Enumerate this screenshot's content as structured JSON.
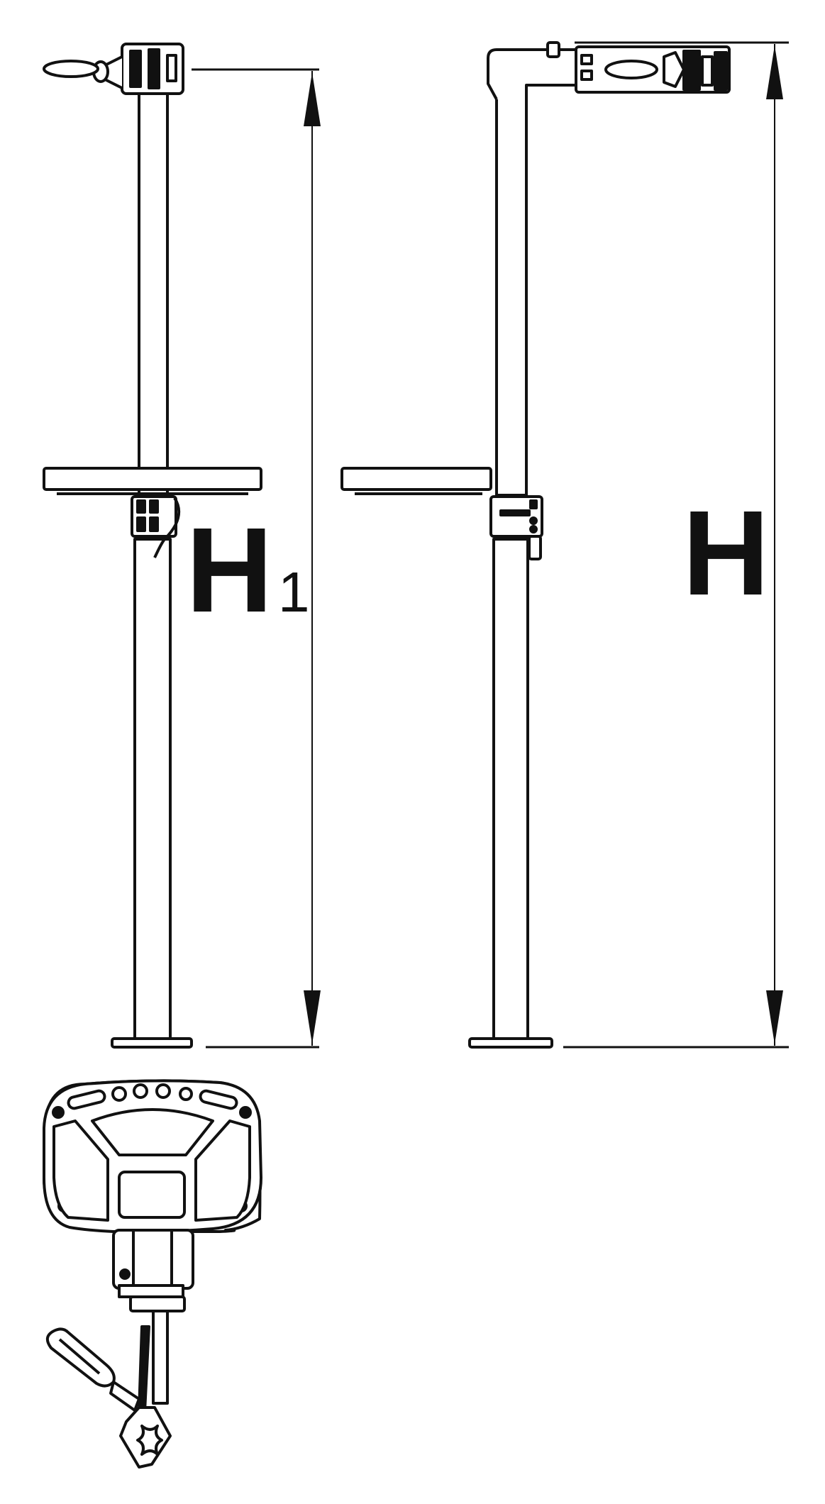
{
  "colors": {
    "ink": "#111111",
    "paper": "#ffffff"
  },
  "labels": {
    "h1_main": "H",
    "h1_sub": "1",
    "h": "H"
  },
  "icons": {
    "arrow": "filled-triangle-arrow",
    "tripod": "bike-repair-stand"
  }
}
